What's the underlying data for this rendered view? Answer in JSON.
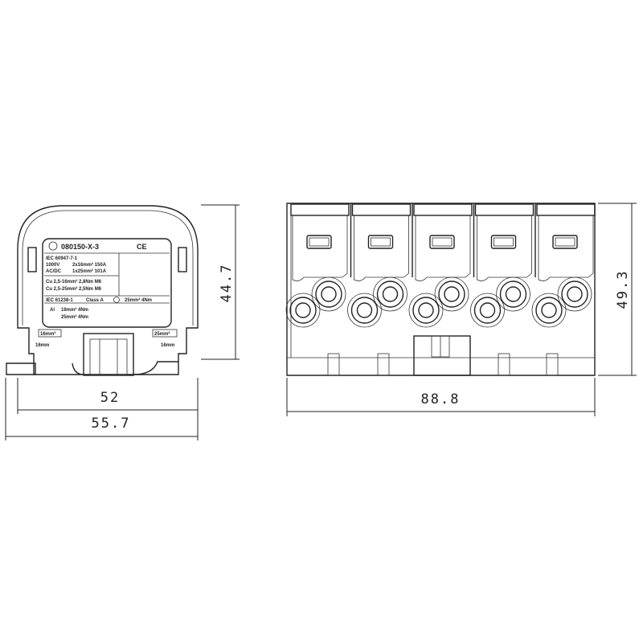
{
  "dimensions": {
    "side_height": "44.7",
    "side_width_inner": "52",
    "side_width_outer": "55.7",
    "front_width": "88.8",
    "front_height": "49.3"
  },
  "label": {
    "part_number": "080150-X-3",
    "ce_mark": "CE",
    "standard_1": "IEC 60947-7-1",
    "voltage": "1000V",
    "current_type": "AC/DC",
    "rating_1": "2x16mm² 150A",
    "rating_2": "1x25mm² 101A",
    "cu_1": "Cu 2,5-16mm² 2,8Nm M6",
    "cu_2": "Cu 2,5-25mm² 2,5Nm M6",
    "standard_2": "IEC 61238-1",
    "class": "Class A",
    "class_torque": "25mm² 4Nm",
    "al_label": "Al",
    "al_1": "16mm² 4Nm",
    "al_2": "25mm² 4Nm",
    "left_tag": "16mm²",
    "right_tag": "25mm²",
    "left_small": "16mm",
    "right_small": "16mm"
  }
}
